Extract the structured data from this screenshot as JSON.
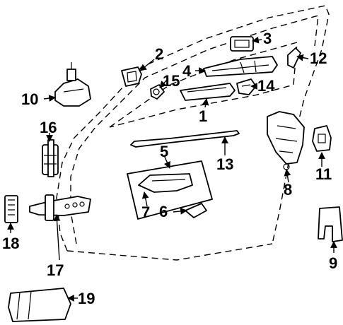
{
  "figure": {
    "labels": {
      "n1": "1",
      "n2": "2",
      "n3": "3",
      "n4": "4",
      "n5": "5",
      "n6": "6",
      "n7": "7",
      "n8": "8",
      "n9": "9",
      "n10": "10",
      "n11": "11",
      "n12": "12",
      "n13": "13",
      "n14": "14",
      "n15": "15",
      "n16": "16",
      "n17": "17",
      "n18": "18",
      "n19": "19"
    }
  }
}
